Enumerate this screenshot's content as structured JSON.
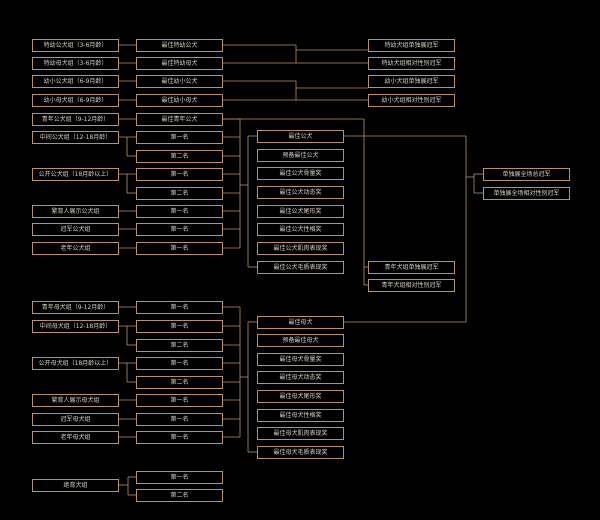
{
  "colors": {
    "background": "#000000",
    "line": "#b8916a",
    "text": "#d8d0c4"
  },
  "groups": {
    "g1": "特幼公犬组（3-6月龄）",
    "g2": "特幼母犬组（3-6月龄）",
    "g3": "幼小公犬组（6-9月龄）",
    "g4": "幼小母犬组（6-9月龄）",
    "g5": "青年公犬组（9-12月龄）",
    "g6": "中间公犬组（12-18月龄）",
    "g7": "公开公犬组（18月龄以上）",
    "g8": "繁育人展示公犬组",
    "g9": "冠军公犬组",
    "g10": "老年公犬组",
    "g11": "青年母犬组（9-12月龄）",
    "g12": "中间母犬组（12-18月龄）",
    "g13": "公开母犬组（18月龄以上）",
    "g14": "繁育人展示母犬组",
    "g15": "冠军母犬组",
    "g16": "老年母犬组",
    "g17": "绝育犬组"
  },
  "awards": {
    "a1": "最佳特幼公犬",
    "a2": "最佳特幼母犬",
    "a3": "最佳幼小公犬",
    "a4": "最佳幼小母犬",
    "a5": "最佳青年公犬"
  },
  "ranks": {
    "first": "第一名",
    "second": "第二名"
  },
  "specials": {
    "r1": "特幼犬组单独展冠军",
    "r2": "特幼犬组相对性别冠军",
    "r3": "幼小犬组单独展冠军",
    "r4": "幼小犬组相对性别冠军"
  },
  "male_best": {
    "m1": "最佳公犬",
    "m2": "预备最佳公犬",
    "m3": "最佳公犬骨量奖",
    "m4": "最佳公犬动态奖",
    "m5": "最佳公犬尾形奖",
    "m6": "最佳公犬性格奖",
    "m7": "最佳公犬肌肉表现奖",
    "m8": "最佳公犬毛质表现奖"
  },
  "female_best": {
    "f1": "最佳母犬",
    "f2": "预备最佳母犬",
    "f3": "最佳母犬骨量奖",
    "f4": "最佳母犬动态奖",
    "f5": "最佳母犬尾形奖",
    "f6": "最佳母犬性格奖",
    "f7": "最佳母犬肌肉表现奖",
    "f8": "最佳母犬毛质表现奖"
  },
  "youth": {
    "y1": "青年犬组单独展冠军",
    "y2": "青年犬组相对性别冠军"
  },
  "finals": {
    "c1": "单独展全场总冠军",
    "c2": "单独展全场相对性别冠军"
  }
}
